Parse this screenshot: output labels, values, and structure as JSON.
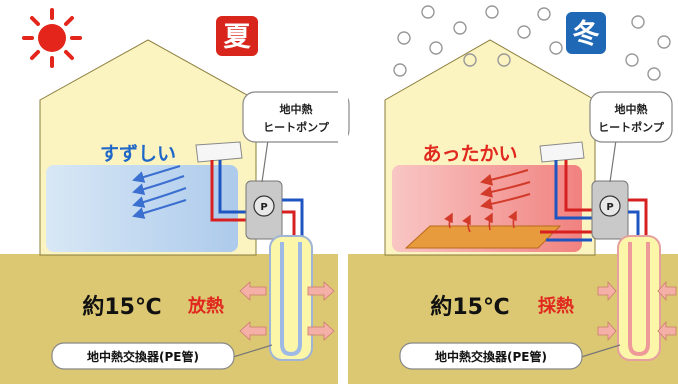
{
  "summer": {
    "season": "夏",
    "room_label": "すずしい",
    "temperature": "約15℃",
    "heat_mode": "放熱",
    "pump_line1": "地中熱",
    "pump_line2": "ヒートポンプ",
    "pump_symbol": "P",
    "exchanger": "地中熱交換器(PE管)",
    "icon": "sun-icon"
  },
  "winter": {
    "season": "冬",
    "room_label": "あったかい",
    "temperature": "約15℃",
    "heat_mode": "採熱",
    "pump_line1": "地中熱",
    "pump_line2": "ヒートポンプ",
    "pump_symbol": "P",
    "exchanger": "地中熱交換器(PE管)",
    "icon": "snow-icon"
  },
  "colors": {
    "ground": "#dcc872",
    "house": "#fbf3c0",
    "summer_badge": "#d8261c",
    "winter_badge": "#1f68b5",
    "hot_pipe": "#d72020",
    "cold_pipe": "#1f55c0",
    "cool_room": "#bcd8f4",
    "warm_room": "#f6a6a6"
  }
}
